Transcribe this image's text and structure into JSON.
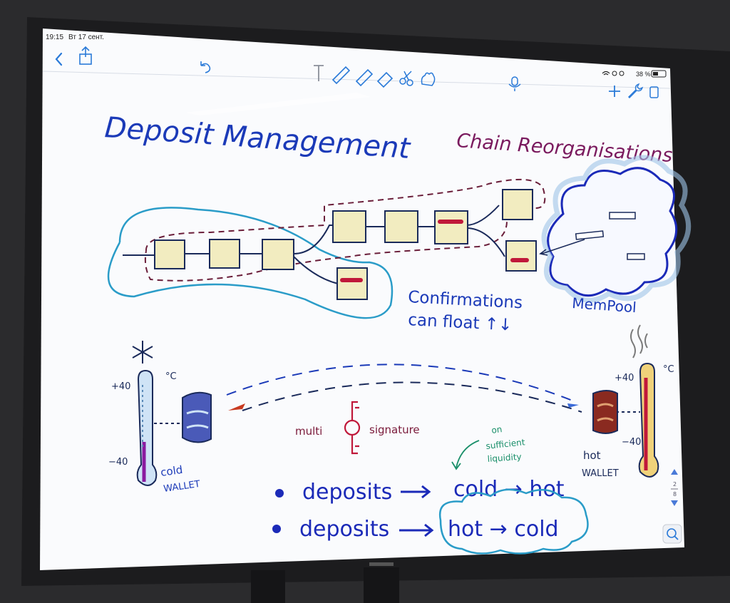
{
  "status_bar": {
    "time": "19:15",
    "date": "Вт 17 сент.",
    "battery": "38 %"
  },
  "toolbar": {
    "back_icon": "chevron-left-icon",
    "share_icon": "share-icon",
    "undo_icon": "undo-icon",
    "tools": [
      "text-tool-icon",
      "pen-icon",
      "highlighter-icon",
      "eraser-icon",
      "scissors-icon",
      "hand-icon"
    ],
    "mic_icon": "microphone-icon",
    "right_icons": [
      "plus-icon",
      "wrench-icon",
      "page-icon"
    ]
  },
  "page_indicator": {
    "current": "2",
    "total": "8"
  },
  "note": {
    "title": "Deposit Management",
    "subtitle": "Chain Reorganisations",
    "confirmations_line1": "Confirmations",
    "confirmations_line2": "can float ↑↓",
    "mempool": "MemPool",
    "thermo_top_left": "+40",
    "thermo_bottom_left": "−40",
    "thermo_unit_left": "°C",
    "thermo_top_right": "+40",
    "thermo_bottom_right": "−40",
    "thermo_unit_right": "°C",
    "cold_wallet_line1": "cold",
    "cold_wallet_line2": "WALLET",
    "hot_wallet_line1": "hot",
    "hot_wallet_line2": "WALLET",
    "multi": "multi",
    "signature": "signature",
    "liquidity_line1": "on",
    "liquidity_line2": "sufficient",
    "liquidity_line3": "liquidity",
    "bullet1_left": "deposits",
    "bullet1_right": "cold → hot",
    "bullet2_left": "deposits",
    "bullet2_right": "hot → cold"
  },
  "colors": {
    "ink_blue": "#1b3ab8",
    "ink_purple": "#7a1a5e",
    "ink_teal": "#1a8f6a",
    "ink_dark": "#1a2a5a",
    "block_fill": "#f2ecc0",
    "tx_red": "#c0183a",
    "outline_cyan": "#2a9cc8"
  }
}
